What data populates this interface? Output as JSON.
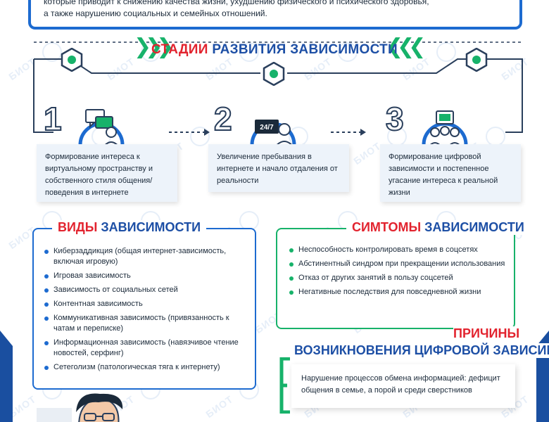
{
  "intro": {
    "line1": "которые приводит к снижению качества жизни, ухудшению физического и психического здоровья,",
    "line2": "а также нарушению социальных и семейных отношений."
  },
  "watermark": "БИОТ",
  "stages": {
    "title_red": "СТАДИИ",
    "title_blue": "РАЗВИТИЯ ЗАВИСИМОСТИ",
    "items": [
      {
        "num": "1",
        "icon": "chat-person-icon",
        "text": "Формирование интереса к виртуальному пространству и собственного стиля общения/поведения в интернете"
      },
      {
        "num": "2",
        "icon": "24-7-monitor-icon",
        "text": "Увеличение пребывания в интернете и начало отдаления от реальности"
      },
      {
        "num": "3",
        "icon": "isolated-person-icon",
        "text": "Формирование цифровой зависимости и постепенное угасание интереса к реальной жизни"
      }
    ]
  },
  "types": {
    "title_red": "ВИДЫ",
    "title_blue": "ЗАВИСИМОСТИ",
    "items": [
      "Киберзаддикция (общая интернет-зависимость, включая игровую)",
      "Игровая зависимость",
      "Зависимость от социальных сетей",
      "Контентная зависимость",
      "Коммуникативная зависимость (привязанность к чатам и переписке)",
      "Информационная зависимость (навязчивое чтение новостей, серфинг)",
      "Сетеголизм (патологическая тяга к интернету)"
    ]
  },
  "symptoms": {
    "title_red": "СИМТОМЫ",
    "title_blue": "ЗАВИСИМОСТИ",
    "items": [
      "Неспособность контролировать время в соцсетях",
      "Абстинентный синдром при прекращении использования",
      "Отказ от других занятий в пользу соцсетей",
      "Негативные последствия для повседневной жизни"
    ]
  },
  "causes": {
    "title_red": "ПРИЧИНЫ",
    "title_blue": "ВОЗНИКНОВЕНИЯ ЦИФРОВОЙ ЗАВИСИМОСТИ",
    "text": "Нарушение процессов обмена информацией: дефицит общения в семье, а порой и среди сверстников"
  },
  "colors": {
    "red": "#e2232e",
    "blue": "#1d4fa5",
    "accent_blue": "#1d6bd0",
    "green": "#17b26a"
  }
}
